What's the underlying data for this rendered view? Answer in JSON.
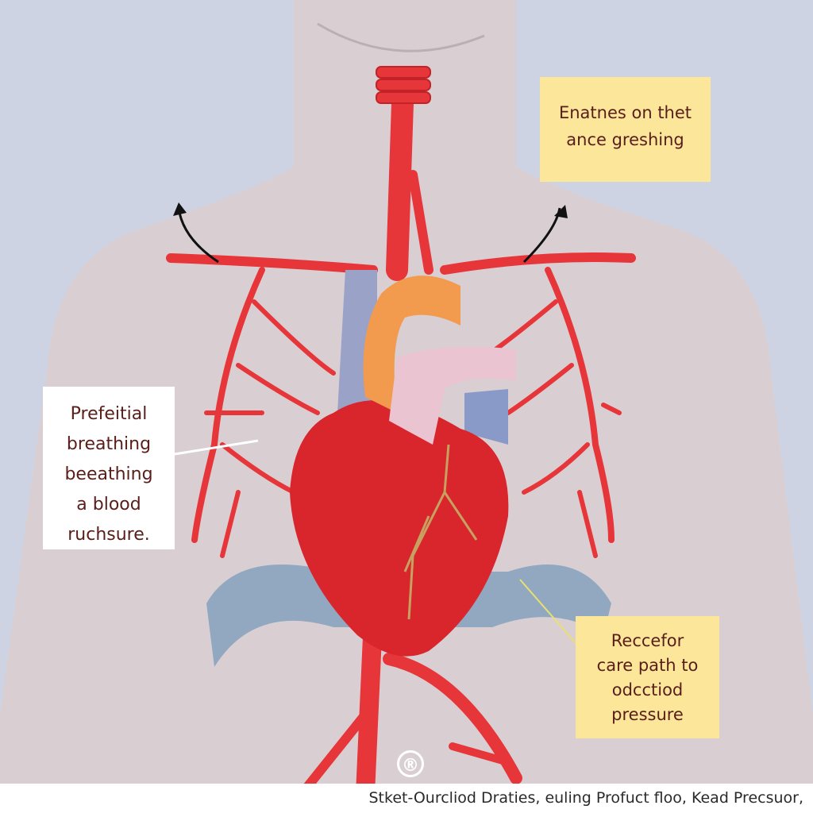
{
  "labels": {
    "top_right": [
      "Enatnes on thet",
      "ance greshing"
    ],
    "left": [
      "Prefeitial",
      "breathing",
      "beeathing",
      "a blood",
      "ruchsure."
    ],
    "bottom_right": [
      "Reccefor",
      "care path to",
      "odcctiod",
      "pressure"
    ]
  },
  "caption": "Stket-Ourcliod Draties, euling Profuct floo, Kead Precsuor,",
  "mark": "®",
  "colors": {
    "artery": "#e6363a",
    "heart": "#d8262c",
    "aorta": "#f29a4e",
    "vein": "#9aa2c8",
    "label_yellow": "#fbe69a"
  }
}
